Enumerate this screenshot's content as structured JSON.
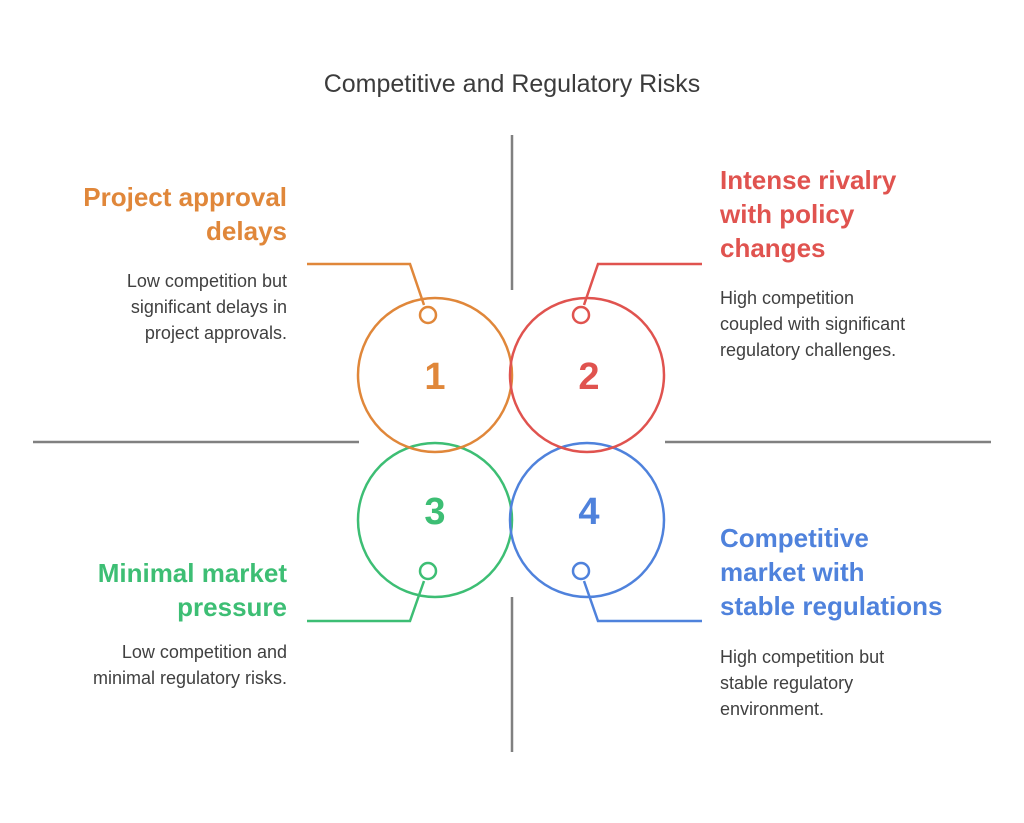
{
  "title": "Competitive and Regulatory Risks",
  "colors": {
    "axis": "#808080",
    "orange": "#E0873A",
    "red": "#E0534F",
    "green": "#3DBE74",
    "blue": "#4F82DC",
    "text": "#404040"
  },
  "quadrants": [
    {
      "number": "1",
      "color": "#E0873A",
      "heading": [
        "Project approval",
        "delays"
      ],
      "description": [
        "Low competition but",
        "significant delays in",
        "project approvals."
      ]
    },
    {
      "number": "2",
      "color": "#E0534F",
      "heading": [
        "Intense rivalry",
        "with policy",
        "changes"
      ],
      "description": [
        "High competition",
        "coupled with significant",
        "regulatory challenges."
      ]
    },
    {
      "number": "3",
      "color": "#3DBE74",
      "heading": [
        "Minimal market",
        "pressure"
      ],
      "description": [
        "Low competition and",
        "minimal regulatory risks."
      ]
    },
    {
      "number": "4",
      "color": "#4F82DC",
      "heading": [
        "Competitive",
        "market with",
        "stable regulations"
      ],
      "description": [
        "High competition but",
        "stable regulatory",
        "environment."
      ]
    }
  ]
}
